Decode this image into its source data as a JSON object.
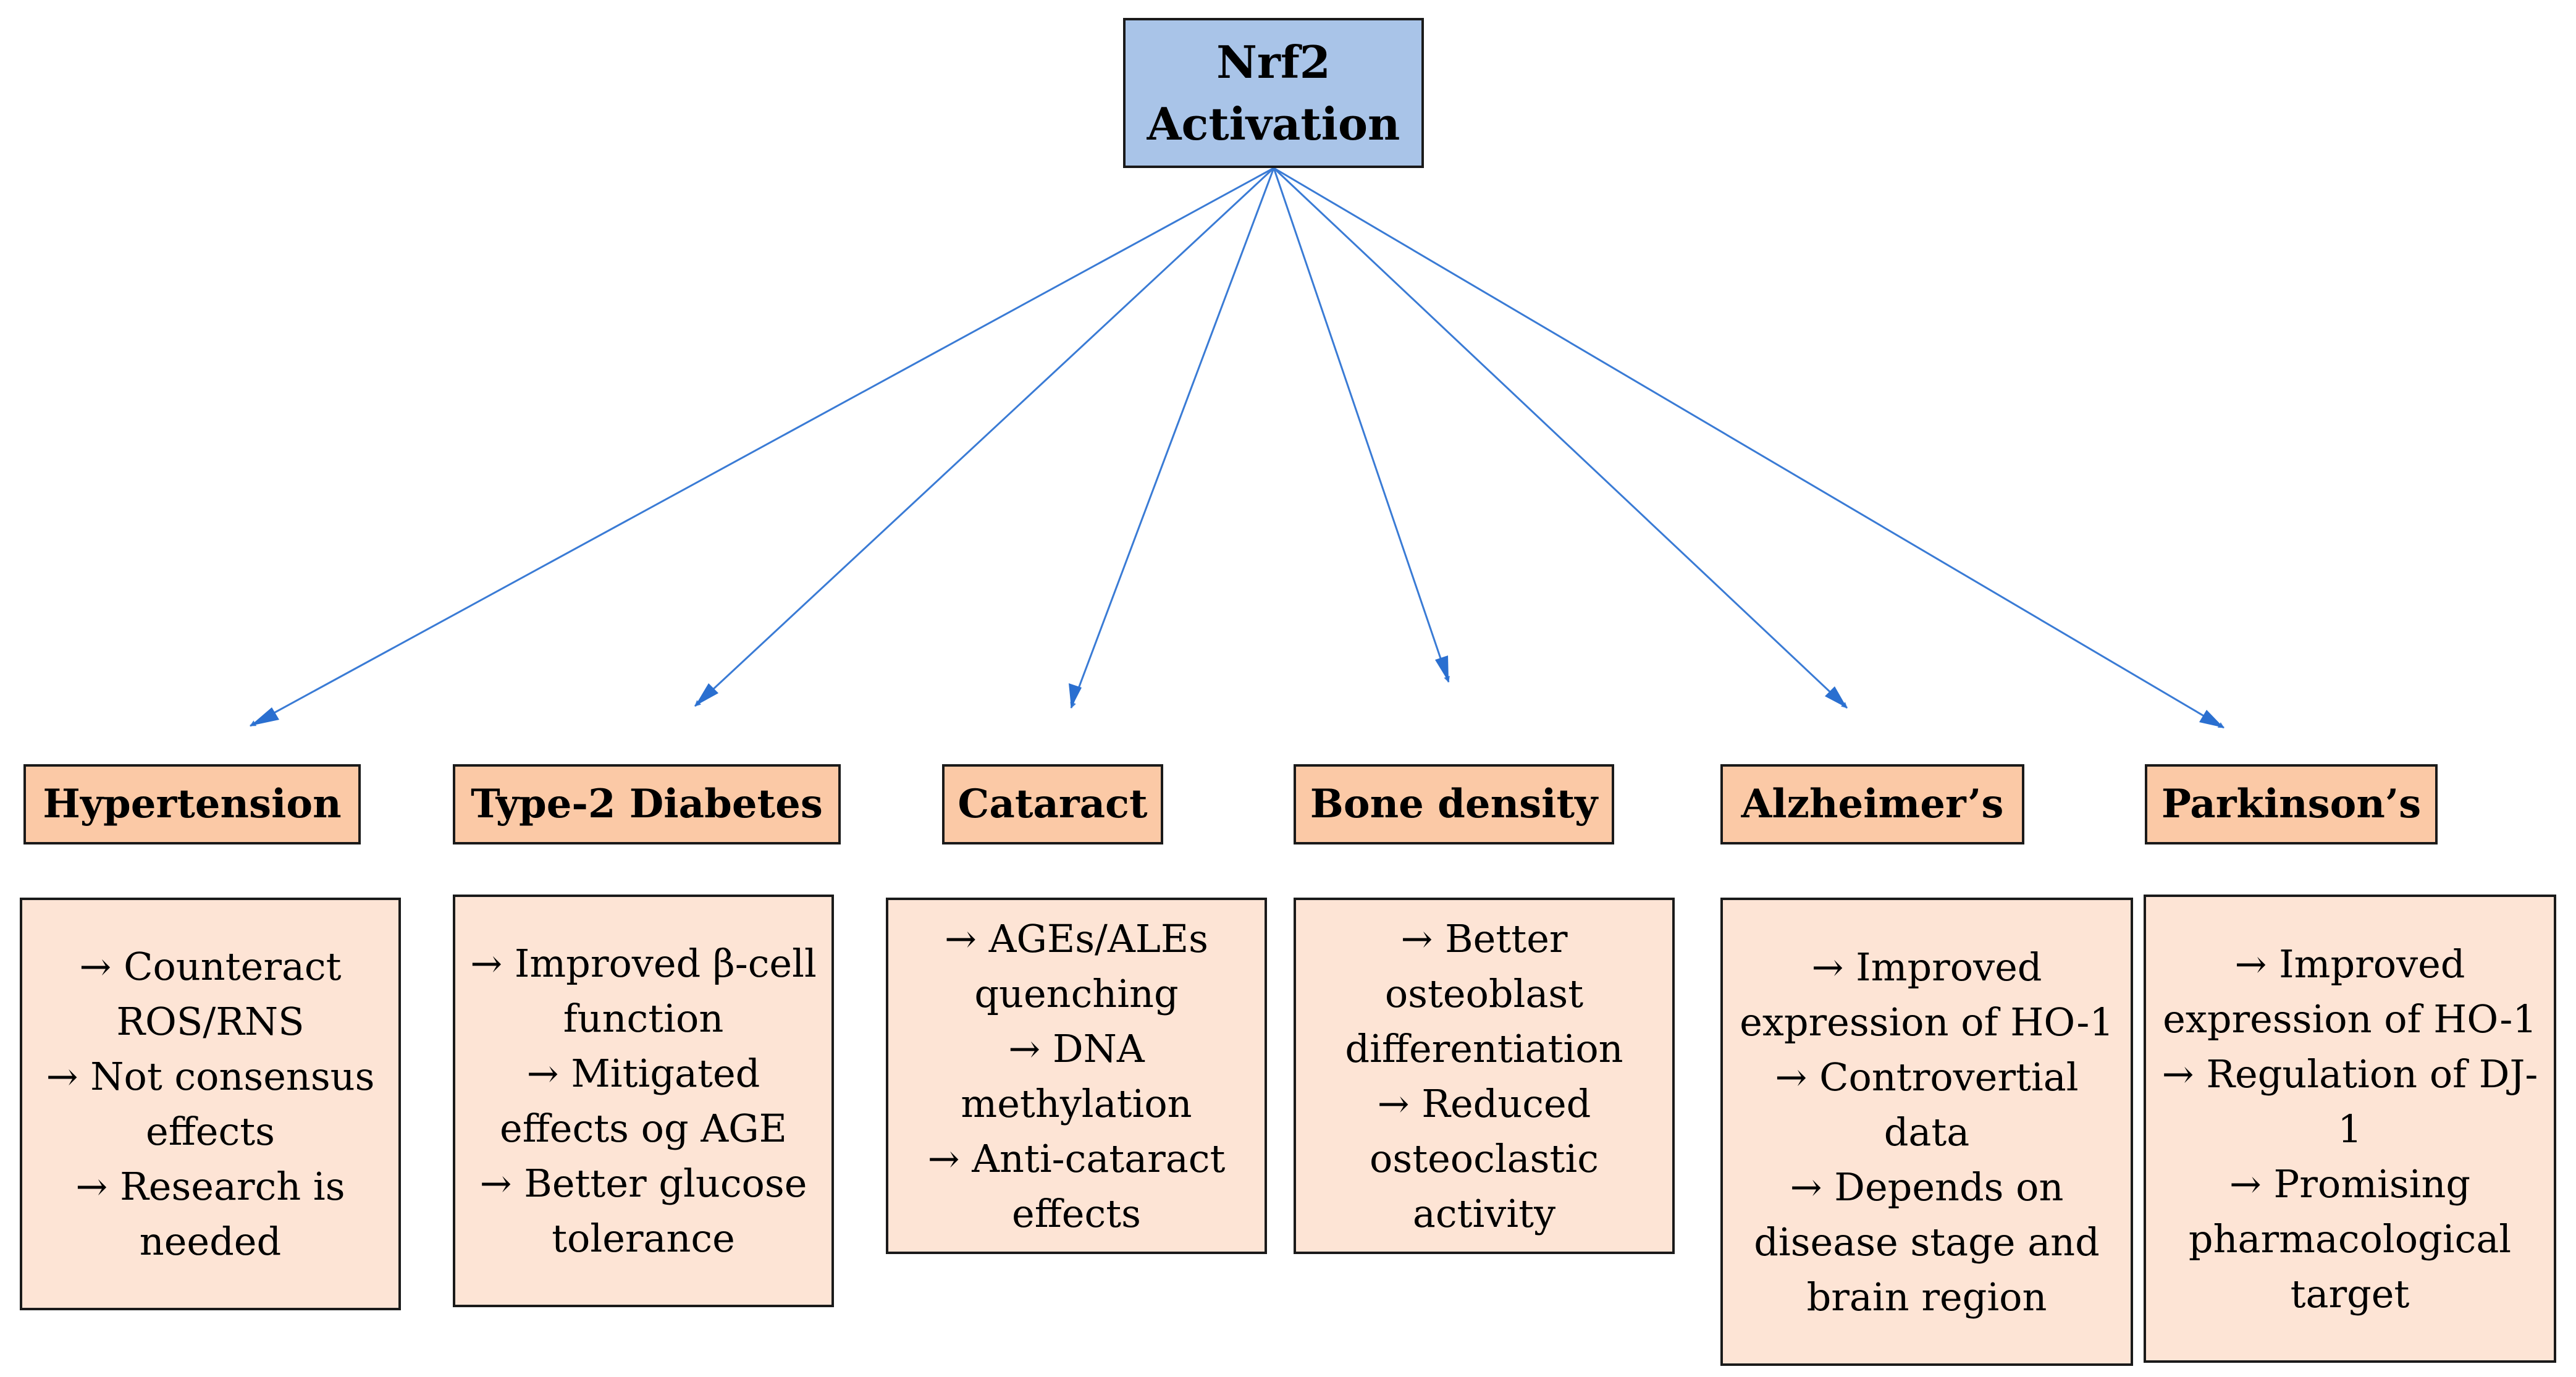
{
  "root": {
    "line1": "Nrf2",
    "line2": "Activation"
  },
  "colors": {
    "root_fill": "#a9c4e8",
    "label_fill": "#fbc9a6",
    "detail_fill": "#fde4d5",
    "arrow": "#3a7bd5"
  },
  "branches": [
    {
      "label": "Hypertension",
      "items": [
        "→ Counteract ROS/RNS",
        "→ Not consensus effects",
        "→ Research is needed"
      ]
    },
    {
      "label": "Type-2 Diabetes",
      "items": [
        "→ Improved β-cell function",
        "→ Mitigated effects og AGE",
        "→ Better glucose tolerance"
      ]
    },
    {
      "label": "Cataract",
      "items": [
        "→ AGEs/ALEs quenching",
        "→ DNA methylation",
        "→ Anti-cataract effects"
      ]
    },
    {
      "label": "Bone density",
      "items": [
        "→ Better osteoblast differentiation",
        "→ Reduced osteoclastic activity"
      ]
    },
    {
      "label": "Alzheimer’s",
      "items": [
        "→ Improved expression of HO-1",
        "→ Controvertial data",
        "→ Depends on disease stage and brain region"
      ]
    },
    {
      "label": "Parkinson’s",
      "items": [
        "→ Improved expression of HO-1",
        "→ Regulation of DJ-1",
        "→ Promising pharmacological target"
      ]
    }
  ]
}
